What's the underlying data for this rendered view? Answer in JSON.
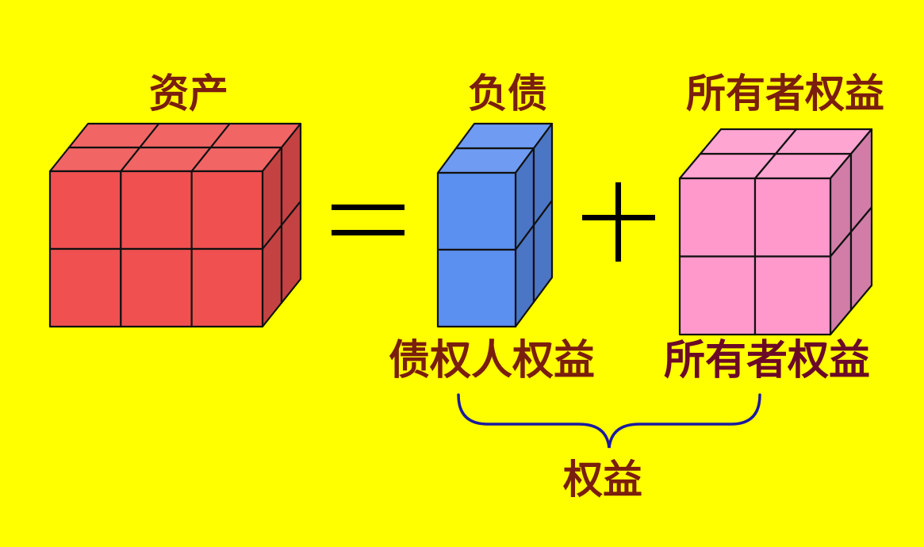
{
  "labels": {
    "assets": "资产",
    "liabilities": "负债",
    "owners_equity_top": "所有者权益",
    "creditors_equity": "债权人权益",
    "owners_equity_bottom": "所有者权益",
    "equity": "权益"
  },
  "operators": {
    "equals": "=",
    "plus": "+"
  },
  "colors": {
    "background": "#ffff00",
    "assets_cube": "#f05050",
    "liabilities_cube": "#5b8ff0",
    "owners_equity_cube": "#ff99cc",
    "text": "#7a1e0e",
    "text_emphasis": "#6b0a28",
    "brace": "#1a1aa0"
  },
  "blocks": {
    "assets": {
      "columns": 3,
      "rows": 2,
      "depth": 2
    },
    "liabilities": {
      "columns": 1,
      "rows": 2,
      "depth": 2
    },
    "owners_equity": {
      "columns": 2,
      "rows": 2,
      "depth": 2
    }
  }
}
